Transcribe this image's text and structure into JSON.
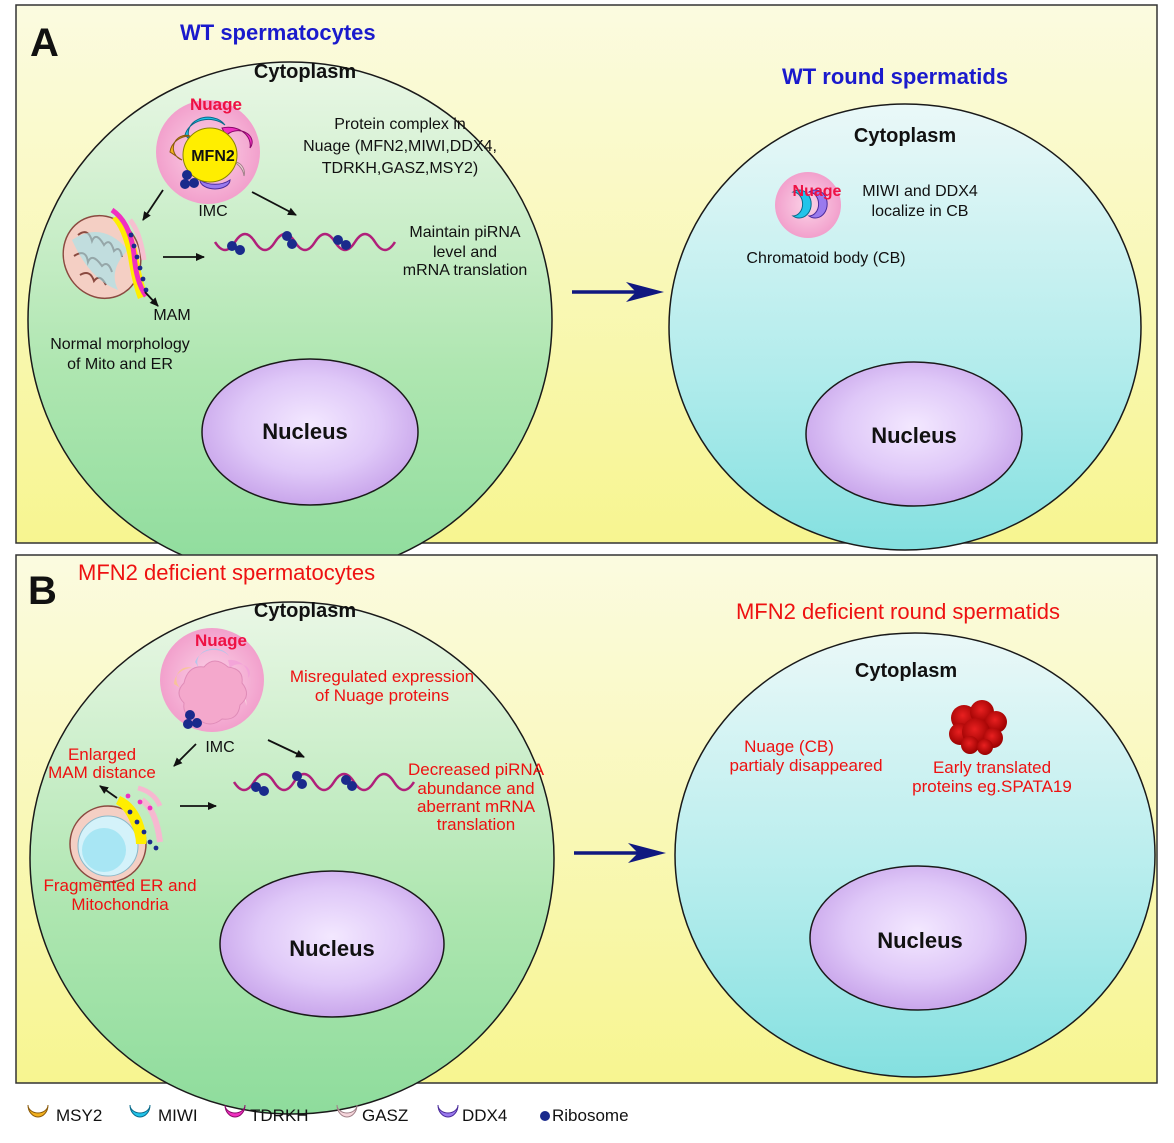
{
  "panelA": {
    "letter": "A",
    "left_title": "WT spermatocytes",
    "right_title": "WT round spermatids",
    "left_cytoplasm": "Cytoplasm",
    "nuage": "Nuage",
    "mfn2": "MFN2",
    "imc": "IMC",
    "complex_lines": [
      "Protein complex in",
      "Nuage (MFN2,MIWI,DDX4,",
      "TDRKH,GASZ,MSY2)"
    ],
    "maintain_lines": [
      "Maintain piRNA",
      "level and",
      "mRNA translation"
    ],
    "mam": "MAM",
    "morph_lines": [
      "Normal morphology",
      "of Mito and ER"
    ],
    "left_nucleus": "Nucleus",
    "right_cytoplasm": "Cytoplasm",
    "right_nuage": "Nuage",
    "miwi_lines": [
      "MIWI and DDX4",
      "localize in CB"
    ],
    "cb": "Chromatoid body (CB)",
    "right_nucleus": "Nucleus"
  },
  "panelB": {
    "letter": "B",
    "left_title": "MFN2 deficient spermatocytes",
    "right_title": "MFN2 deficient round spermatids",
    "left_cytoplasm": "Cytoplasm",
    "nuage": "Nuage",
    "imc": "IMC",
    "misreg_lines": [
      "Misregulated expression",
      "of Nuage proteins"
    ],
    "enlarged_lines": [
      "Enlarged",
      "MAM distance"
    ],
    "decreased_lines": [
      "Decreased piRNA",
      "abundance and",
      "aberrant mRNA",
      "translation"
    ],
    "fragmented_lines": [
      "Fragmented ER and",
      "Mitochondria"
    ],
    "left_nucleus": "Nucleus",
    "right_cytoplasm": "Cytoplasm",
    "cb_lines": [
      "Nuage (CB)",
      "partialy disappeared"
    ],
    "early_lines": [
      "Early translated",
      "proteins eg.SPATA19"
    ],
    "right_nucleus": "Nucleus"
  },
  "legend": [
    {
      "label": "MSY2",
      "color": "#f2b01e"
    },
    {
      "label": "MIWI",
      "color": "#22c4ea"
    },
    {
      "label": "TDRKH",
      "color": "#f030c0"
    },
    {
      "label": "GASZ",
      "color": "#f6d6dc"
    },
    {
      "label": "DDX4",
      "color": "#9a7aee"
    },
    {
      "label": "Ribosome",
      "color": "#1a2a8c"
    }
  ],
  "colors": {
    "title_blue": "#1a1acc",
    "title_red": "#ee1111",
    "nuage_red": "#ee1144",
    "mfn2_yellow": "#ffee00",
    "rna_magenta": "#b0207a",
    "arrow_navy": "#101880"
  }
}
